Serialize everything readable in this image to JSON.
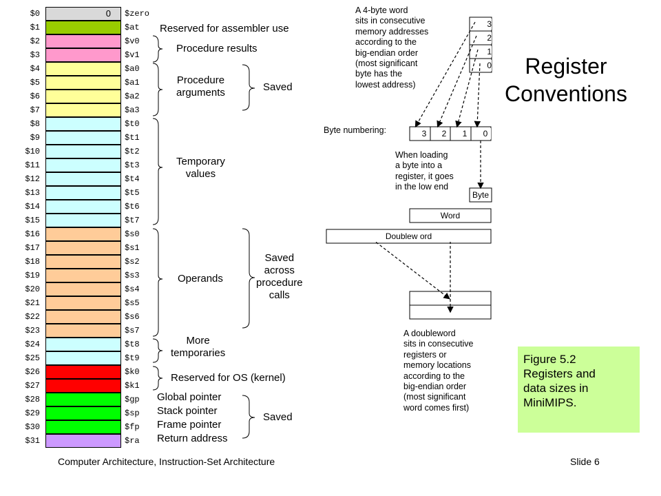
{
  "registers": [
    {
      "num": "$0",
      "name": "$zero",
      "value": "0",
      "color": "#d9d9d9"
    },
    {
      "num": "$1",
      "name": "$at",
      "color": "#99cc00"
    },
    {
      "num": "$2",
      "name": "$v0",
      "color": "#ff99cc"
    },
    {
      "num": "$3",
      "name": "$v1",
      "color": "#ff99cc"
    },
    {
      "num": "$4",
      "name": "$a0",
      "color": "#ffff99"
    },
    {
      "num": "$5",
      "name": "$a1",
      "color": "#ffff99"
    },
    {
      "num": "$6",
      "name": "$a2",
      "color": "#ffff99"
    },
    {
      "num": "$7",
      "name": "$a3",
      "color": "#ffff99"
    },
    {
      "num": "$8",
      "name": "$t0",
      "color": "#ccffff"
    },
    {
      "num": "$9",
      "name": "$t1",
      "color": "#ccffff"
    },
    {
      "num": "$10",
      "name": "$t2",
      "color": "#ccffff"
    },
    {
      "num": "$11",
      "name": "$t3",
      "color": "#ccffff"
    },
    {
      "num": "$12",
      "name": "$t4",
      "color": "#ccffff"
    },
    {
      "num": "$13",
      "name": "$t5",
      "color": "#ccffff"
    },
    {
      "num": "$14",
      "name": "$t6",
      "color": "#ccffff"
    },
    {
      "num": "$15",
      "name": "$t7",
      "color": "#ccffff"
    },
    {
      "num": "$16",
      "name": "$s0",
      "color": "#ffcc99"
    },
    {
      "num": "$17",
      "name": "$s1",
      "color": "#ffcc99"
    },
    {
      "num": "$18",
      "name": "$s2",
      "color": "#ffcc99"
    },
    {
      "num": "$19",
      "name": "$s3",
      "color": "#ffcc99"
    },
    {
      "num": "$20",
      "name": "$s4",
      "color": "#ffcc99"
    },
    {
      "num": "$21",
      "name": "$s5",
      "color": "#ffcc99"
    },
    {
      "num": "$22",
      "name": "$s6",
      "color": "#ffcc99"
    },
    {
      "num": "$23",
      "name": "$s7",
      "color": "#ffcc99"
    },
    {
      "num": "$24",
      "name": "$t8",
      "color": "#ccffff"
    },
    {
      "num": "$25",
      "name": "$t9",
      "color": "#ccffff"
    },
    {
      "num": "$26",
      "name": "$k0",
      "color": "#ff0000"
    },
    {
      "num": "$27",
      "name": "$k1",
      "color": "#ff0000"
    },
    {
      "num": "$28",
      "name": "$gp",
      "color": "#00ff00"
    },
    {
      "num": "$29",
      "name": "$sp",
      "color": "#00ff00"
    },
    {
      "num": "$30",
      "name": "$fp",
      "color": "#00ff00"
    },
    {
      "num": "$31",
      "name": "$ra",
      "color": "#cc99ff"
    }
  ],
  "labels": {
    "reserved_assembler": "Reserved for assembler use",
    "procedure_results": "Procedure results",
    "procedure_arguments": "Procedure\narguments",
    "saved1": "Saved",
    "temporary_values": "Temporary\nvalues",
    "operands": "Operands",
    "saved_across": "Saved\nacross\nprocedure\ncalls",
    "more_temporaries": "More\ntemporaries",
    "reserved_os": "Reserved for OS (kernel)",
    "global_pointer": "Global pointer",
    "stack_pointer": "Stack pointer",
    "frame_pointer": "Frame pointer",
    "return_address": "Return address",
    "saved2": "Saved"
  },
  "datasizes": {
    "word_note": "A 4-byte word\nsits in consecutive\nmemory addresses\naccording to the\nbig-endian order\n(most significant\nbyte has the\nlowest address)",
    "mem_bytes": [
      "3",
      "2",
      "1",
      "0"
    ],
    "byte_numbering_label": "Byte numbering:",
    "byte_numbers": [
      "3",
      "2",
      "1",
      "0"
    ],
    "loading_note": "When loading\na byte into a\nregister, it goes\nin the low end",
    "byte_label": "Byte",
    "word_label": "Word",
    "doubleword_label": "Doublew ord",
    "dw_note": "A doubleword\nsits in consecutive\nregisters or\nmemory locations\naccording to the\nbig-endian order\n(most significant\nword comes first)"
  },
  "title": "Register\nConventions",
  "figure_caption": "Figure 5.2\nRegisters and\ndata sizes in\nMiniMIPS.",
  "footer": {
    "left": "Computer Architecture, Instruction-Set Architecture",
    "right": "Slide 6"
  }
}
